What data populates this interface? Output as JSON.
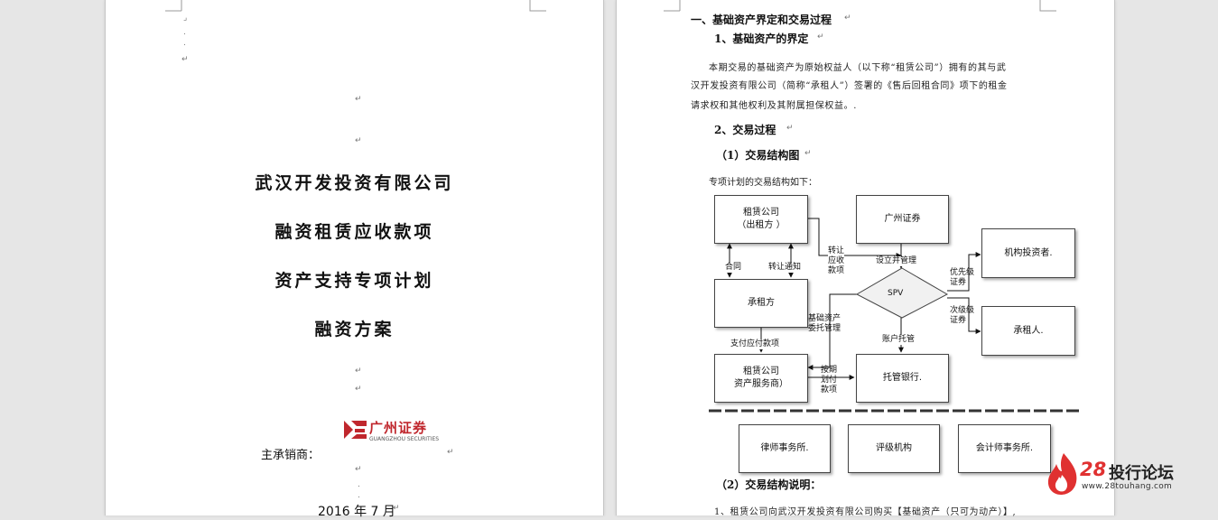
{
  "page1": {
    "title_lines": [
      "武汉开发投资有限公司",
      "融资租赁应收款项",
      "资产支持专项计划",
      "融资方案"
    ],
    "underwriter_label": "主承销商：",
    "logo_cn": "广州证券",
    "logo_en": "GUANGZHOU SECURITIES",
    "date": "2016 年 7 月"
  },
  "page2": {
    "section_heading": "一、基础资产界定和交易过程",
    "sub1_heading": "1、基础资产的界定",
    "paragraph_lines": [
      "本期交易的基础资产为原始权益人（以下称“租赁公司”）拥有的其与武",
      "汉开发投资有限公司（简称“承租人”）签署的《售后回租合同》项下的租金",
      "请求权和其他权利及其附属担保权益。."
    ],
    "sub2_heading": "2、交易过程",
    "sub2a_heading": "（1）交易结构图",
    "diagram_intro": "专项计划的交易结构如下：",
    "diagram": {
      "boxes": {
        "lessor": "租赁公司\n（出租方 ）",
        "gz_securities": "广州证券",
        "lessee": "承租方",
        "spv": "SPV",
        "institutional": "机构投资者.",
        "lessee_sub": "承租人.",
        "servicer": "租赁公司\n资产服务商）",
        "custodian": "托管银行.",
        "law_firm": "律师事务所.",
        "rating": "评级机构",
        "accounting": "会计师事务所."
      },
      "labels": {
        "contract": "合同",
        "transfer_notice": "转让通知",
        "transfer_receivable": "转让\n应收\n款项",
        "establish_manage": "设立并管理",
        "senior": "优先级\n证券",
        "subordinate": "次级级\n证券",
        "base_asset_mgmt": "基础资产\n委托管理",
        "account_custody": "账户托管",
        "pay_rent": "支付应付款项",
        "period_transfer": "按期\n划付\n款项"
      }
    },
    "sub2b_heading": "（2）交易结构说明：",
    "item1": "1、租赁公司向武汉开发投资有限公司购买【基础资产（只可为动产）】,"
  },
  "forum": {
    "number": "28",
    "name": "投行论坛",
    "url": "www.28touhang.com"
  },
  "colors": {
    "logo_red": "#c0272d",
    "forum_red": "#e03131",
    "page_bg": "#ffffff",
    "workspace_bg": "#e6e6e6"
  }
}
